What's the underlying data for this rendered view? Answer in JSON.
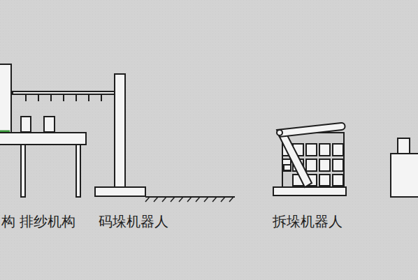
{
  "diagram": {
    "labels": [
      "构",
      "排纱机构",
      "码垛机器人",
      "拆垛机器人"
    ]
  }
}
